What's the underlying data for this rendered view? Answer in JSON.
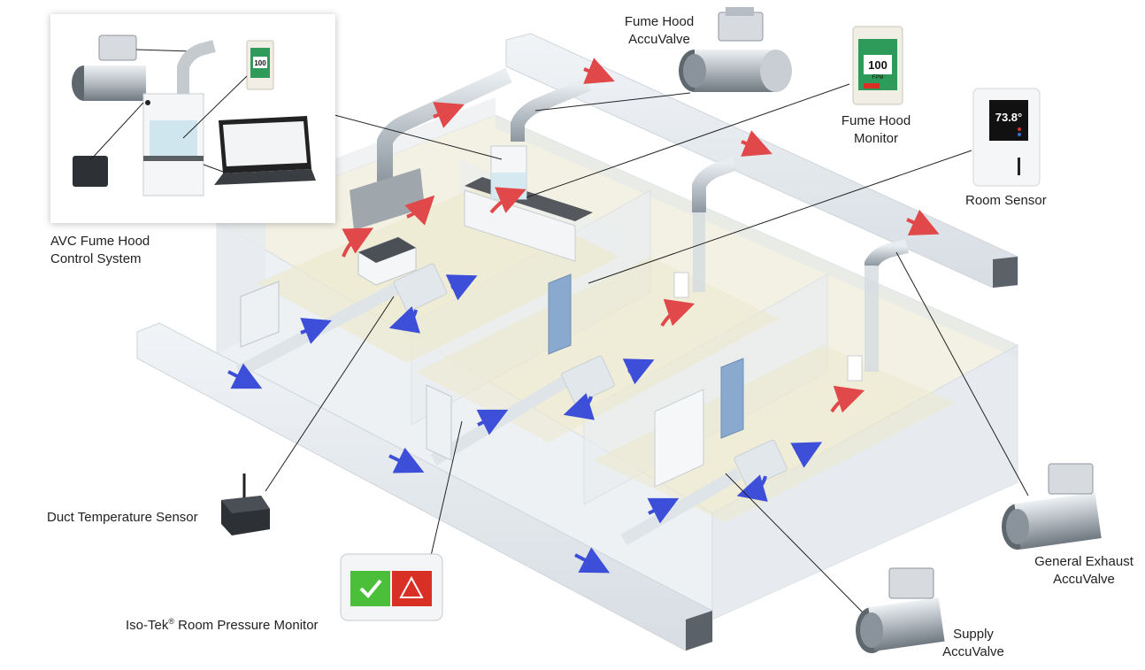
{
  "labels": {
    "fume_hood_accuvalve": [
      "Fume Hood",
      "AccuValve"
    ],
    "fume_hood_monitor": [
      "Fume Hood",
      "Monitor"
    ],
    "room_sensor": "Room Sensor",
    "avc_system": [
      "AVC Fume Hood",
      "Control System"
    ],
    "duct_temperature_sensor": "Duct Temperature Sensor",
    "isotek_monitor": "Iso-Tek",
    "isotek_monitor_mark": "®",
    "isotek_monitor_suffix": " Room Pressure Monitor",
    "general_exhaust_accuvalve": [
      "General Exhaust",
      "AccuValve"
    ],
    "supply_accuvalve": [
      "Supply",
      "AccuValve"
    ]
  },
  "devices": {
    "room_sensor_temp": "73.8°",
    "fume_hood_monitor_value": "100",
    "fume_hood_monitor_unit": "FPM",
    "inset_monitor_value": "100"
  },
  "colors": {
    "exhaust_arrow": "#e0484a",
    "supply_arrow": "#3d4fd8",
    "ok_green": "#4bbf3a",
    "alarm_red": "#d93025",
    "door_blue": "#8aa9cf"
  }
}
